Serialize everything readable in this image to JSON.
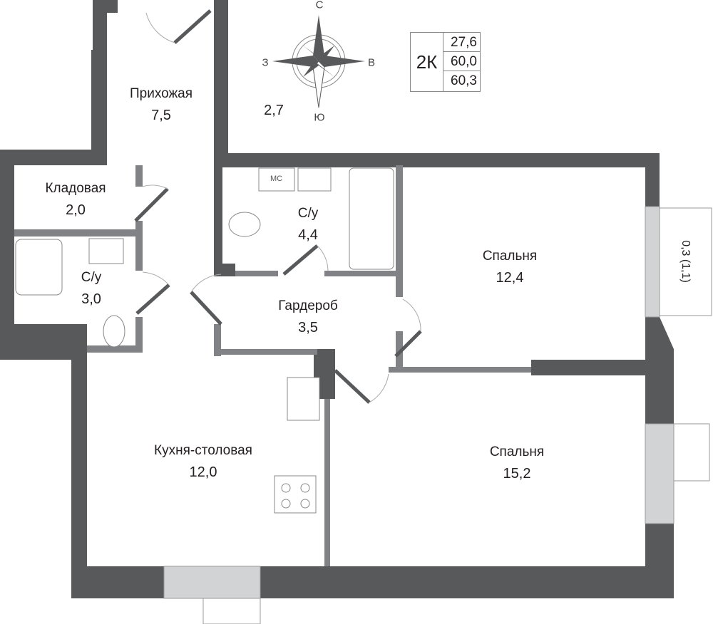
{
  "plan": {
    "type_label": "2К",
    "areas": [
      "27,6",
      "60,0",
      "60,3"
    ],
    "ceiling_height": "2,7",
    "compass": {
      "north": "С",
      "south": "Ю",
      "west": "З",
      "east": "В"
    },
    "balcony_label": "0,3 (1,1)",
    "fixture_label": "МС",
    "colors": {
      "wall": "#58595b",
      "partition": "#808285",
      "window": "#d1d3d4"
    }
  },
  "rooms": [
    {
      "name": "Прихожая",
      "area": "7,5"
    },
    {
      "name": "Кладовая",
      "area": "2,0"
    },
    {
      "name": "С/у",
      "area": "3,0"
    },
    {
      "name": "С/у",
      "area": "4,4"
    },
    {
      "name": "Гардероб",
      "area": "3,5"
    },
    {
      "name": "Спальня",
      "area": "12,4"
    },
    {
      "name": "Кухня-столовая",
      "area": "12,0"
    },
    {
      "name": "Спальня",
      "area": "15,2"
    }
  ]
}
